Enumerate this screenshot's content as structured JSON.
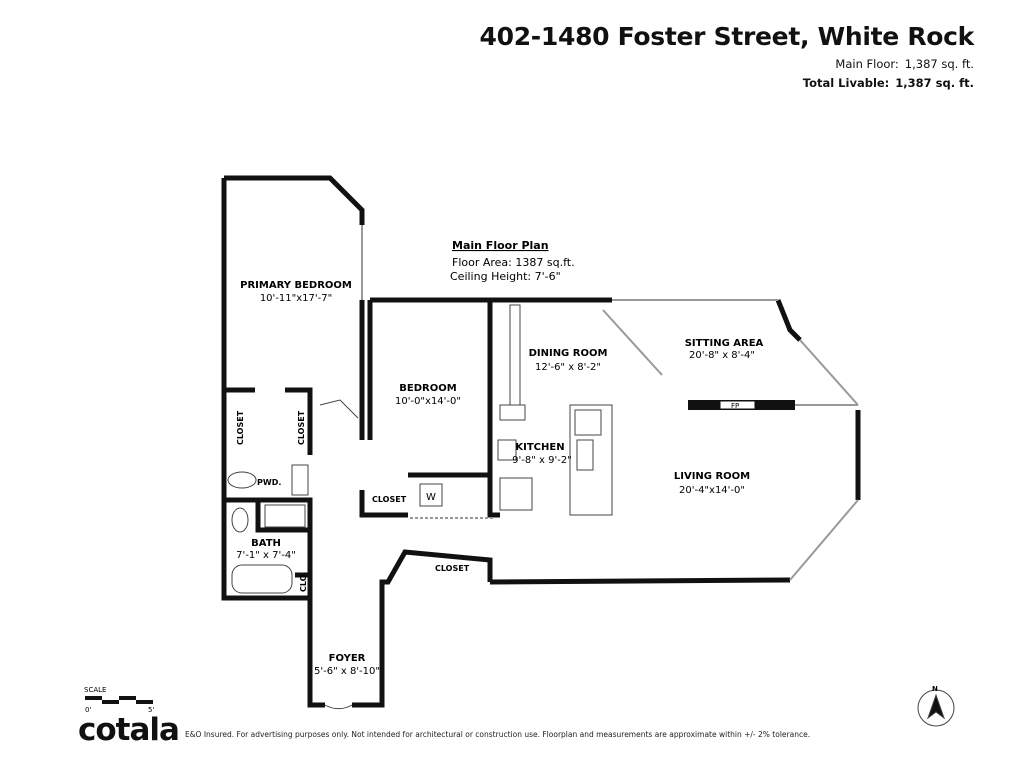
{
  "header": {
    "address": "402-1480 Foster Street, White Rock",
    "main_floor_label": "Main Floor:",
    "main_floor_value": "1,387 sq. ft.",
    "total_label": "Total Livable:",
    "total_value": "1,387 sq. ft."
  },
  "plan_info": {
    "title": "Main Floor Plan",
    "floor_area": "Floor Area: 1387 sq.ft.",
    "ceiling": "Ceiling Height: 7'-6\""
  },
  "rooms": [
    {
      "name": "PRIMARY BEDROOM",
      "dims": "10'-11\"x17'-7\""
    },
    {
      "name": "BEDROOM",
      "dims": "10'-0\"x14'-0\""
    },
    {
      "name": "DINING ROOM",
      "dims": "12'-6\" x 8'-2\""
    },
    {
      "name": "SITTING AREA",
      "dims": "20'-8\" x 8'-4\""
    },
    {
      "name": "KITCHEN",
      "dims": "9'-8\" x 9'-2\""
    },
    {
      "name": "LIVING ROOM",
      "dims": "20'-4\"x14'-0\""
    },
    {
      "name": "BATH",
      "dims": "7'-1\" x 7'-4\""
    },
    {
      "name": "FOYER",
      "dims": "5'-6\" x 8'-10\""
    }
  ],
  "small_labels": {
    "closet": "CLOSET",
    "pwd": "PWD.",
    "clo": "CLO.",
    "washer": "W",
    "fireplace": "FP"
  },
  "scale": {
    "label": "SCALE",
    "start": "0'",
    "end": "5'"
  },
  "north": "N",
  "footer": {
    "logo": "cotala",
    "disclaimer": "E&O Insured. For advertising purposes only. Not intended for architectural or construction use. Floorplan and measurements are approximate within +/- 2% tolerance."
  },
  "colors": {
    "wall": "#111111",
    "window": "#cccccc"
  }
}
